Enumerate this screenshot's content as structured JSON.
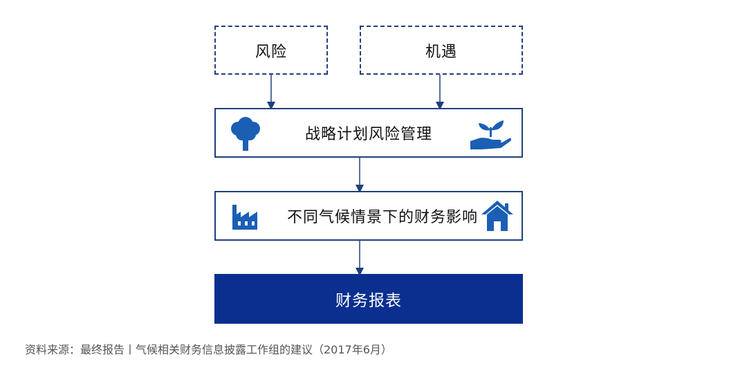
{
  "nodes": {
    "risk": "风险",
    "opportunity": "机遇",
    "strategy": "战略计划风险管理",
    "impact": "不同气候情景下的财务影响",
    "reporting": "财务报表"
  },
  "caption": "资料来源：最终报告丨气候相关财务信息披露工作组的建议（2017年6月）",
  "icons": [
    "tree-icon",
    "hand-sprout-icon",
    "factory-icon",
    "house-icon"
  ],
  "colors": {
    "border": "#1f3f7a",
    "fill": "#0b2f8f",
    "arrow": "#1f3f7a",
    "icon": "#1b5fb5"
  }
}
